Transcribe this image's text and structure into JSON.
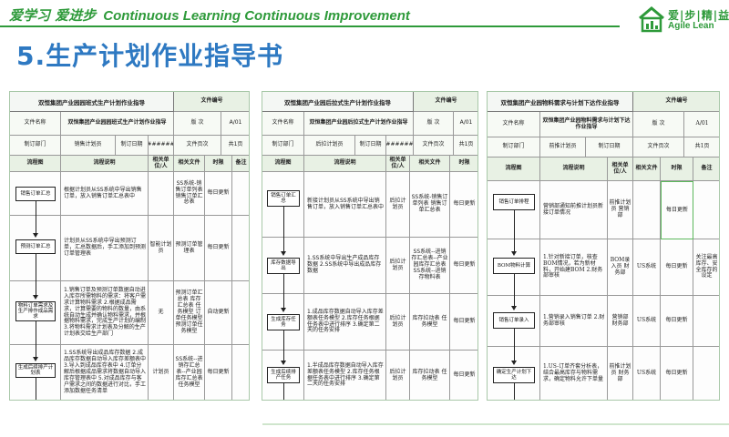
{
  "header": {
    "slogan_cn": "爱学习 爱进步",
    "slogan_en": "Continuous Learning Continuous Improvement"
  },
  "logo": {
    "cn": "爱|步|精|益",
    "en": "Agile Lean",
    "mark": "house-chart-icon"
  },
  "page": {
    "title": "5.生产计划作业指导书"
  },
  "sheet1": {
    "title": "双恒集团产业园园班式生产计划作业指导",
    "file_label": "文件编号",
    "file_name_label": "文件名称",
    "file_name_value": "双恒集团产业园园班式生产计划作业指导",
    "version_label": "版  次",
    "version_value": "A/01",
    "dept_label": "制订部门",
    "dept_value": "销售计划员",
    "date_label": "制订日期",
    "date_value": "########",
    "pages_label": "文件页次",
    "pages_value": "共1页",
    "headers": [
      "流程图",
      "流程说明",
      "相关单位/人",
      "相关文件",
      "时限",
      "备注"
    ],
    "rows": [
      {
        "box": "销售订单汇总",
        "desc": "根据计划员从SS系统中导出销售订单，放入销售订单汇总表中",
        "unit": "",
        "file": "SS系统-销售订单列表 销售订单汇总表",
        "time": "每日更新",
        "note": ""
      },
      {
        "box": "预测订单汇总",
        "desc": "计划员从SS系统中导出预测订单，汇总数据后，手工添加到预测订单管理表",
        "unit": "智能计划员",
        "file": "预测订单管理表",
        "time": "每日更新",
        "note": ""
      },
      {
        "box": "物料订单需求及生产排作成品需求",
        "desc": "1.销售订单及预测订单数据自动进入库存所需物料的需求：将客户需求计算物料需求\n2.根据成品需求，计算需要的物料的数量，由系统自动生成并确认物料需求，并根据物料需求，完成生产计划的编制\n3.将物料需求计划表及分解的生产计划表交给生产部门",
        "unit": "无",
        "file": "预测订单汇总表 库存汇总表 任务模型 订单任务模型 预测订单任务模型",
        "time": "自动更新",
        "note": ""
      },
      {
        "box": "生成后续排产计划表",
        "desc": "1.SS系统导出成品库存数据\n2.成品库存数据自动导入库存差额表中\n3.导入到成品库存表中\n4.订单分解后根据成品需求将数据自动导入库存管理表中\n5.对成品库存与客户需求之间的数据进行对比，手工添加数据任务清单",
        "unit": "计划员",
        "file": "SS系统--进销存汇总表--产业园库存汇总表 任务模型",
        "time": "每日更新",
        "note": ""
      }
    ]
  },
  "sheet2": {
    "title": "双恒集团产业园后拉式生产计划作业指导",
    "file_label": "文件编号",
    "file_name_label": "文件名称",
    "file_name_value": "双恒集团产业园后拉式生产计划作业指导",
    "version_label": "版  次",
    "version_value": "A/01",
    "dept_label": "制订部门",
    "dept_value": "后拉计划员",
    "date_label": "制订日期",
    "date_value": "########",
    "pages_label": "文件页次",
    "pages_value": "共1页",
    "headers": [
      "流程图",
      "流程说明",
      "相关单位/人",
      "相关文件",
      "时限"
    ],
    "rows": [
      {
        "box": "销售订单汇总",
        "desc": "新接计划员从SS系统中导出销售订单，放入销售订单汇总表中",
        "unit": "后拉计划员",
        "file": "SS系统-销售订单列表 销售订单汇总表",
        "time": "每日更新"
      },
      {
        "box": "库存数据导出",
        "desc": "1.SS系统中导出生产成品库存数据\n2.SS系统中导出成品库存数据",
        "unit": "后拉计划员",
        "file": "SS系统--进销存汇总表--产业园库存汇总表 SS系统--进销存物料表",
        "time": "每日更新"
      },
      {
        "box": "生成库存任务",
        "desc": "1.成品库存数据自动导入库存差额表任务模型\n2.库存任务根据任务表中进行排序\n3.确定第二天的任务安排",
        "unit": "后拉计划员",
        "file": "库存拉动表 任务模型",
        "time": "每日更新"
      },
      {
        "box": "生成后续排产任务",
        "desc": "1.半成品库存数据自动导入库存差额表任务模型\n2.库存任务根据任务表中进行排序\n3.确定第二天的任务安排",
        "unit": "后拉计划员",
        "file": "库存拉动表 任务模型",
        "time": "每日更新"
      }
    ]
  },
  "sheet3": {
    "title": "双恒集团产业园物料需求与计划下达作业指导",
    "file_label": "文件编号",
    "file_name_label": "文件名称",
    "file_name_value": "双恒集团产业园物料需求与计划下达作业指导",
    "version_label": "版  次",
    "version_value": "A/01",
    "dept_label": "制订部门",
    "dept_value": "前推计划员",
    "date_label": "制订日期",
    "date_value": "",
    "pages_label": "文件页次",
    "pages_value": "共1页",
    "headers": [
      "流程图",
      "流程说明",
      "相关单位/人",
      "相关文件",
      "时限",
      "备注"
    ],
    "rows": [
      {
        "box": "销售订单排程",
        "desc": "营销部通知前推计划员新接订单情况",
        "unit": "前推计划员 营销部",
        "file": "",
        "time": "每日更新",
        "note": ""
      },
      {
        "box": "BOM物料计算",
        "desc": "1.针对新接订单，核查BOM情况，若为新材料，开始建BOM\n2.财务部审核",
        "unit": "BOM录入员 财务部",
        "file": "US系统",
        "time": "每日更新",
        "note": "关注最高库存、安全库存的设定"
      },
      {
        "box": "销售订单录入",
        "desc": "1.营销录入销售订单\n2.财务部审核",
        "unit": "营销部 财务部",
        "file": "US系统",
        "time": "每日更新",
        "note": ""
      },
      {
        "box": "确定生产计划下达",
        "desc": "1.US-订单齐套分析表，结合最高库存与物料需求，确定物料允许下单量",
        "unit": "前推计划员 财务部",
        "file": "US系统",
        "time": "每日更新",
        "note": ""
      }
    ]
  }
}
